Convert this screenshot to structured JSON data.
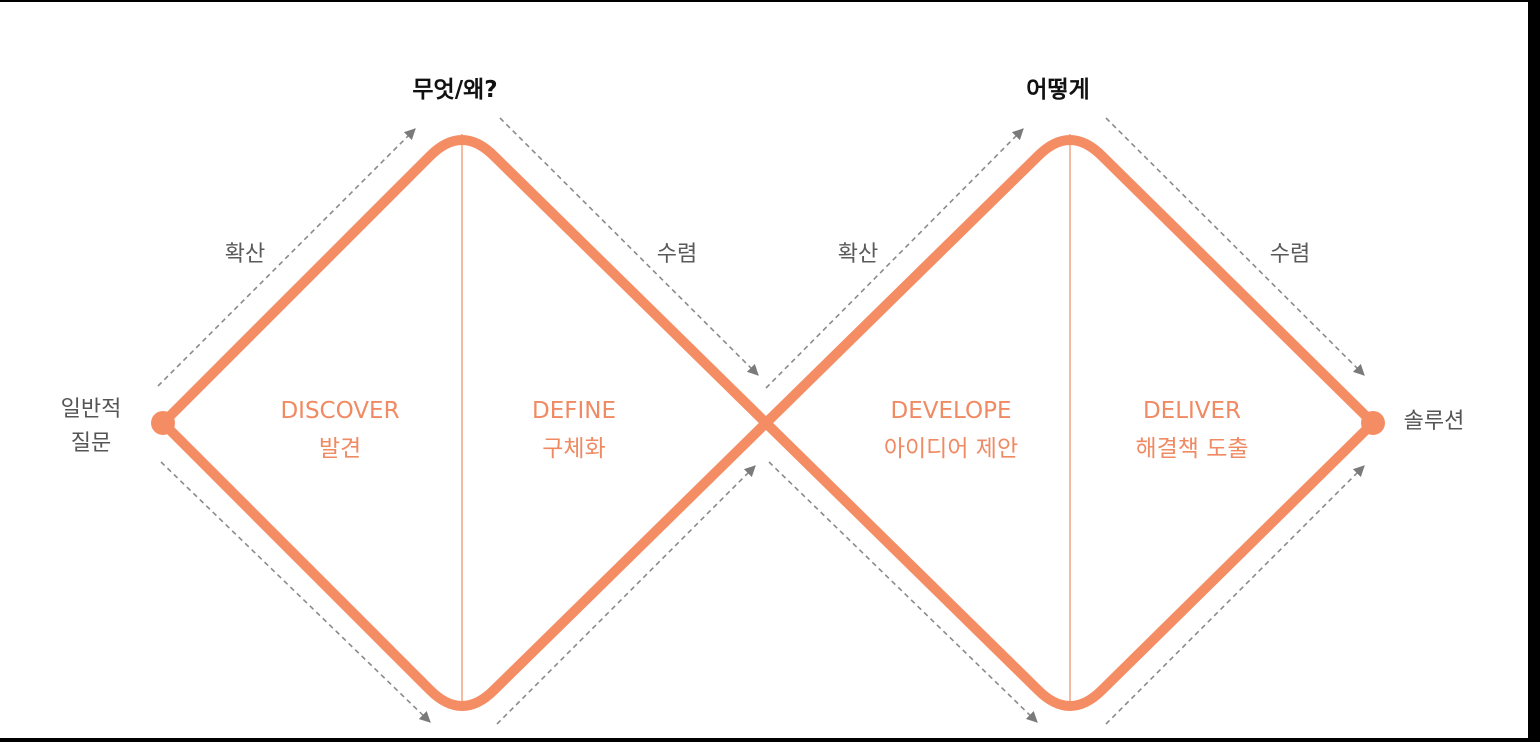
{
  "diagram": {
    "colors": {
      "accent": "#f58d64",
      "divider": "#f4a283",
      "dashed_arrow": "#8a8a8a",
      "text_phase": "#f08a63",
      "text_dark": "#111111",
      "text_gray": "#555555",
      "background": "#ffffff"
    },
    "top_labels": {
      "left": "무엇/왜?",
      "right": "어떻게"
    },
    "direction_labels": [
      "확산",
      "수렴",
      "확산",
      "수렴"
    ],
    "start_label": {
      "line1": "일반적",
      "line2": "질문"
    },
    "end_label": "솔루션",
    "phases": [
      {
        "title": "DISCOVER",
        "subtitle": "발견"
      },
      {
        "title": "DEFINE",
        "subtitle": "구체화"
      },
      {
        "title": "DEVELOPE",
        "subtitle": "아이디어 제안"
      },
      {
        "title": "DELIVER",
        "subtitle": "해결책 도출"
      }
    ]
  }
}
